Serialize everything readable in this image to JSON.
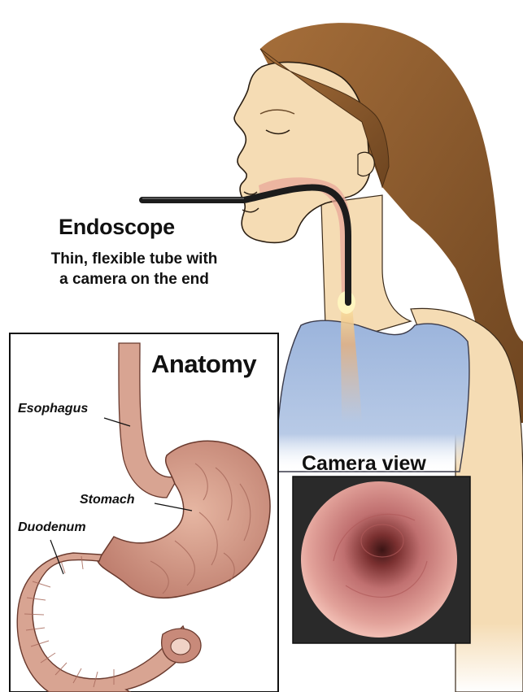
{
  "labels": {
    "endoscope_title": "Endoscope",
    "endoscope_desc_line1": "Thin, flexible tube with",
    "endoscope_desc_line2": "a camera on the end",
    "anatomy_title": "Anatomy",
    "esophagus": "Esophagus",
    "stomach": "Stomach",
    "duodenum": "Duodenum",
    "camera_view_title": "Camera view"
  },
  "colors": {
    "hair": "#8a5a2c",
    "skin": "#f5dcb4",
    "shirt": "#9bb4dc",
    "tissue": "#d49a88",
    "scope": "#1c1c1c",
    "camera_bg": "#2a2a2a"
  }
}
